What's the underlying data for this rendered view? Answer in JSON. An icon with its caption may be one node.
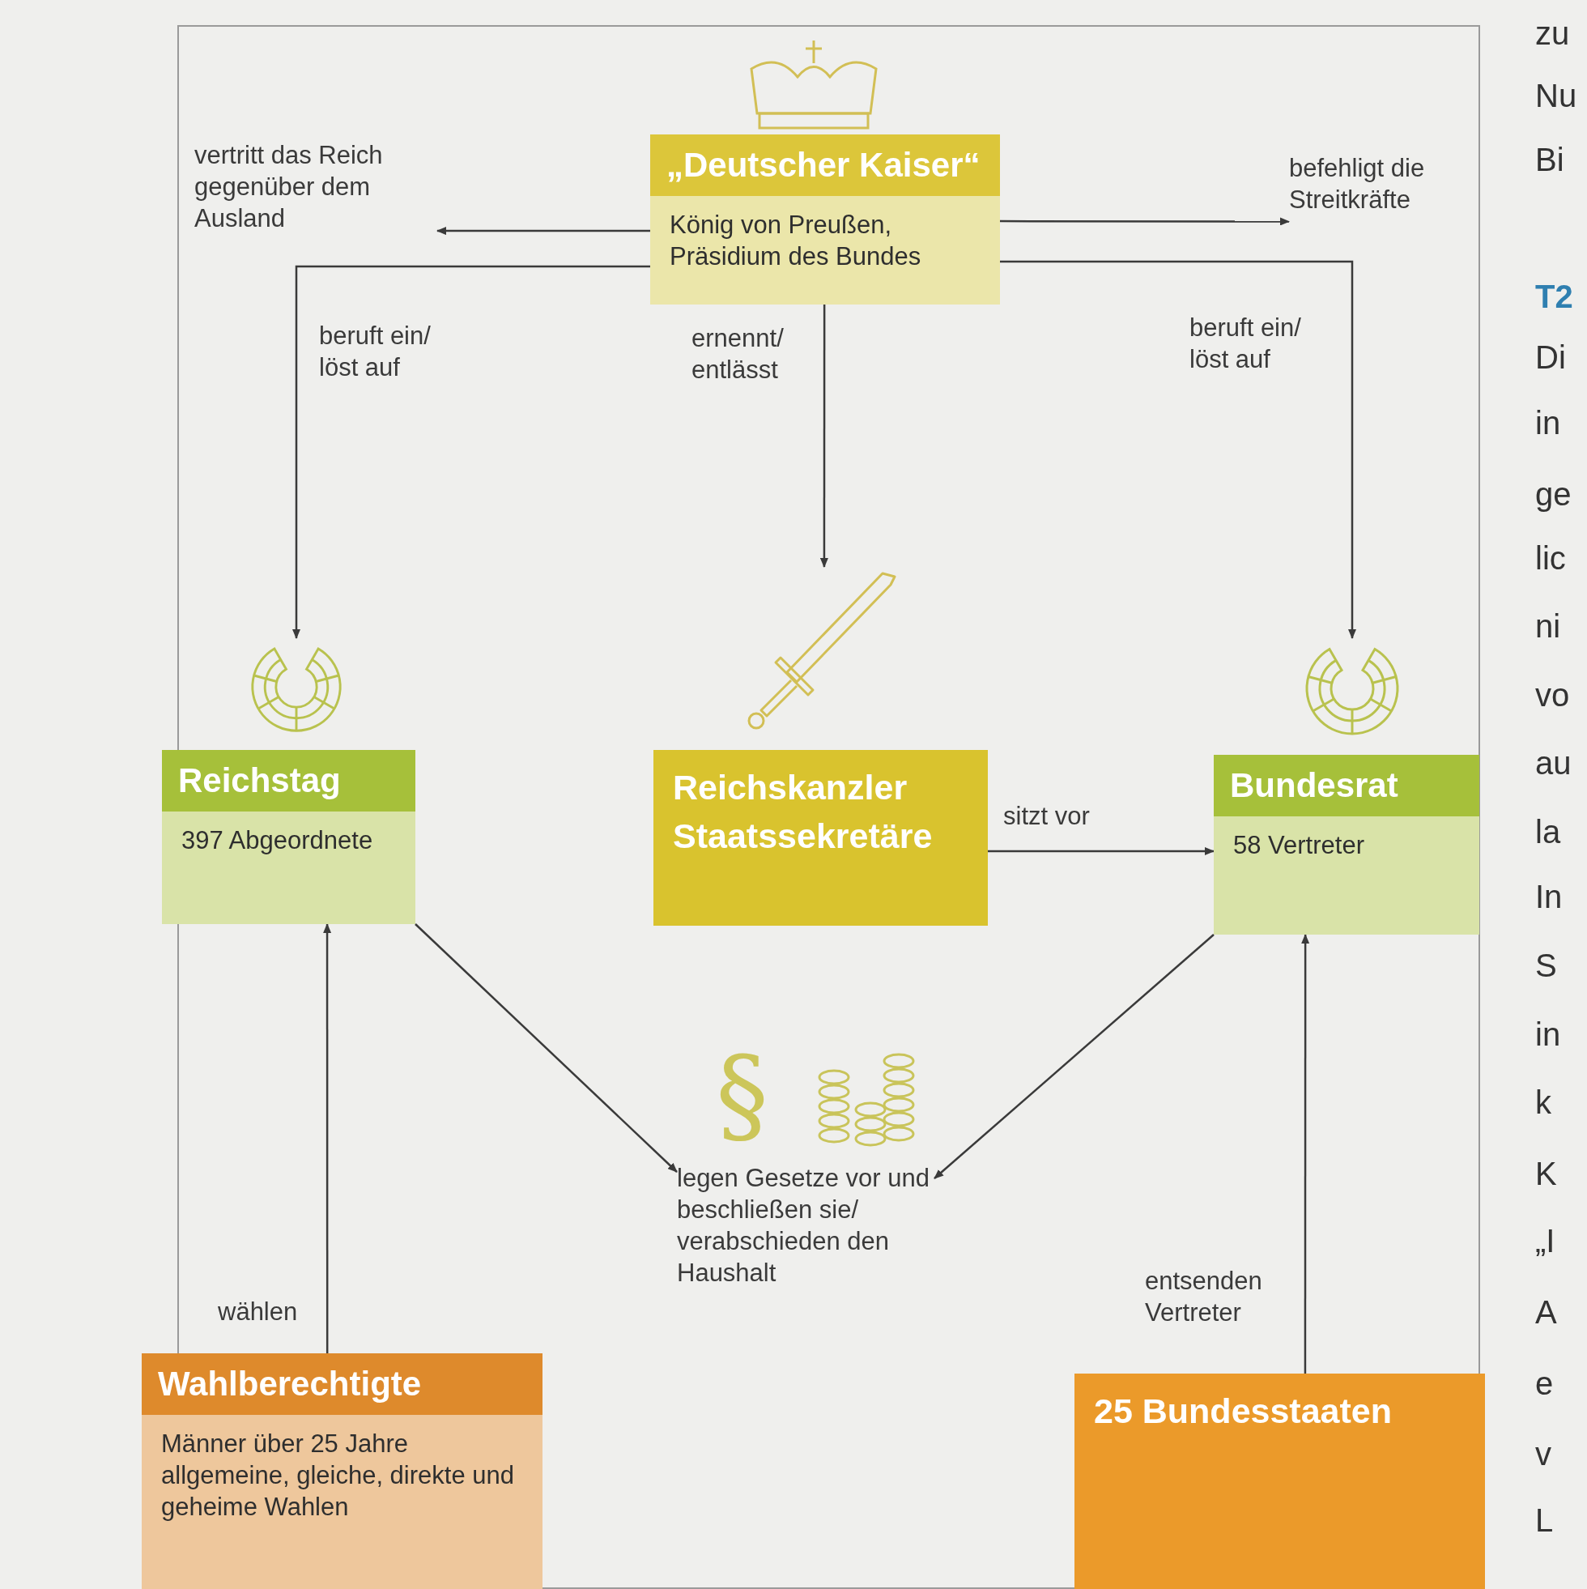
{
  "diagram": {
    "nodes": [
      {
        "text": [
          "vertritt das Reich gegenüber dem Ausland"
        ]
      },
      {
        "text": [
          "„Deutscher Kaiser“",
          "König von Preußen, Präsidium des Bundes"
        ]
      },
      {
        "text": [
          "befehligt die Streitkräfte"
        ]
      },
      {
        "text": [],
        "shape": "picture"
      },
      {
        "text": [],
        "shape": "picture"
      },
      {
        "text": [],
        "shape": "picture"
      },
      {
        "text": [
          "Reichstag",
          "397 Abgeordnete"
        ]
      },
      {
        "text": [
          "Reichskanzler Staatssekretäre"
        ]
      },
      {
        "text": [
          "Bundesrat",
          "58 Vertreter"
        ]
      },
      {
        "text": [
          "legen Gesetze vor und beschließen sie/ verabschieden den Haushalt"
        ]
      },
      {
        "text": [
          "Wahlberechtigte",
          "Männer über 25 Jahre",
          "allgemeine, gleiche, direkte und geheime Wahlen"
        ]
      },
      {
        "text": [
          "25 Bundesstaaten"
        ]
      }
    ],
    "edges": [
      {
        "from": 1,
        "to": 0,
        "arrow": "to"
      },
      {
        "from": 1,
        "to": 2,
        "arrow": "to"
      },
      {
        "from": 1,
        "to": 3,
        "arrow": "to",
        "label": "beruft ein/ löst auf"
      },
      {
        "from": 1,
        "to": 4,
        "arrow": "to",
        "label": "ernennt/ entlässt"
      },
      {
        "from": 1,
        "to": 5,
        "arrow": "to",
        "label": "beruft ein/ löst auf"
      },
      {
        "from": 7,
        "to": 8,
        "arrow": "to",
        "label": "sitzt vor"
      },
      {
        "from": 6,
        "to": 9,
        "arrow": "to"
      },
      {
        "from": 8,
        "to": 9,
        "arrow": "to"
      },
      {
        "from": 10,
        "to": 6,
        "arrow": "to",
        "label": "wählen"
      },
      {
        "from": 11,
        "to": 8,
        "arrow": "to",
        "label": "entsenden Vertreter"
      }
    ],
    "labels": [
      "§",
      "zu",
      "Nu",
      "Bi",
      "T2",
      "Di",
      "in",
      "ge",
      "lic",
      "ni",
      "vo",
      "au",
      "la",
      "In",
      "S",
      "in",
      "k",
      "K",
      "„I",
      "A",
      "e",
      "v",
      "L"
    ]
  }
}
